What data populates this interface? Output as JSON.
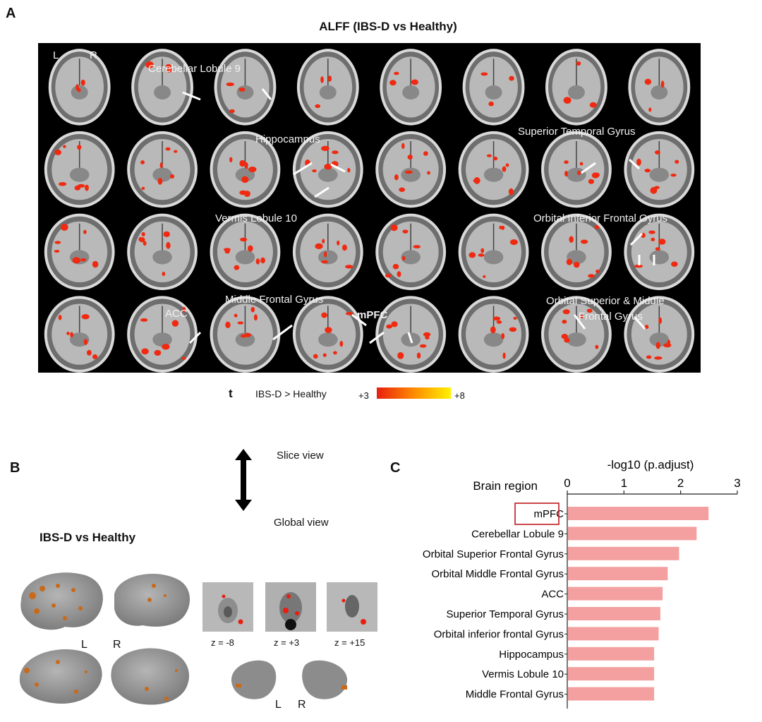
{
  "panel_a": {
    "letter": "A",
    "title": "ALFF (IBS-D vs Healthy)",
    "orient_left": "L",
    "orient_right": "R",
    "annotations": [
      {
        "id": "cereb",
        "text": "Cerebellar Lobule 9"
      },
      {
        "id": "hippo",
        "text": "Hippocampus"
      },
      {
        "id": "stg",
        "text": "Superior Temporal Gyrus"
      },
      {
        "id": "vermis",
        "text": "Vermis Lobule 10"
      },
      {
        "id": "oifg",
        "text": "Orbital Inferior Frontal Gyrus"
      },
      {
        "id": "mfg",
        "text": "Middle Frontal Gyrus"
      },
      {
        "id": "acc",
        "text": "ACC"
      },
      {
        "id": "mpfc",
        "text": "mPFC"
      },
      {
        "id": "osmfg1",
        "text": "Orbital Superior & Middle"
      },
      {
        "id": "osmfg2",
        "text": "Frontal Gyrus"
      }
    ],
    "colorbar": {
      "t_label": "t",
      "contrast": "IBS-D > Healthy",
      "min_label": "+3",
      "max_label": "+8",
      "color_low": "#e81e0e",
      "color_high": "#fff200"
    }
  },
  "panel_b": {
    "letter": "B",
    "title": "IBS-D vs Healthy",
    "slice_view": "Slice view",
    "global_view": "Global view",
    "hemi_left": "L",
    "hemi_right": "R",
    "z_labels": [
      "z = -8",
      "z = +3",
      "z = +15"
    ],
    "cereb_left": "L",
    "cereb_right": "R"
  },
  "chart_data": {
    "type": "bar",
    "orientation": "horizontal",
    "title": "-log10 (p.adjust)",
    "ylabel": "Brain region",
    "xlim": [
      0,
      3
    ],
    "xticks": [
      "0",
      "1",
      "2",
      "3"
    ],
    "categories": [
      "mPFC",
      "Cerebellar Lobule 9",
      "Orbital Superior Frontal Gyrus",
      "Orbital Middle Frontal Gyrus",
      "ACC",
      "Superior Temporal Gyrus",
      "Orbital inferior frontal Gyrus",
      "Hippocampus",
      "Vermis Lobule 10",
      "Middle Frontal Gyrus"
    ],
    "values": [
      2.48,
      2.27,
      1.96,
      1.76,
      1.67,
      1.63,
      1.6,
      1.52,
      1.52,
      1.52
    ],
    "bar_color": "#f4a0a0",
    "highlight": "mPFC",
    "highlight_color": "#c0191f"
  },
  "panel_c": {
    "letter": "C"
  }
}
